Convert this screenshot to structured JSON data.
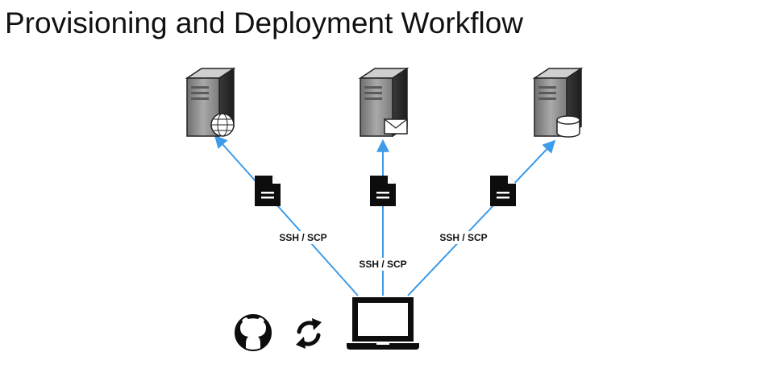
{
  "title": "Provisioning and Deployment Workflow",
  "colors": {
    "connector": "#3d9be9",
    "icon_dark": "#0d0d0d",
    "server_body": "#8a8a8a",
    "server_dark": "#2a2a2a"
  },
  "servers": [
    {
      "role": "web-server",
      "badge": "globe-icon"
    },
    {
      "role": "mail-server",
      "badge": "envelope-icon"
    },
    {
      "role": "database-server",
      "badge": "database-icon"
    }
  ],
  "links": [
    {
      "target": "web-server",
      "label": "SSH / SCP",
      "payload": "file-icon"
    },
    {
      "target": "mail-server",
      "label": "SSH / SCP",
      "payload": "file-icon"
    },
    {
      "target": "database-server",
      "label": "SSH / SCP",
      "payload": "file-icon"
    }
  ],
  "source": {
    "device": "laptop-icon",
    "tools": [
      "github-icon",
      "sync-icon"
    ]
  }
}
